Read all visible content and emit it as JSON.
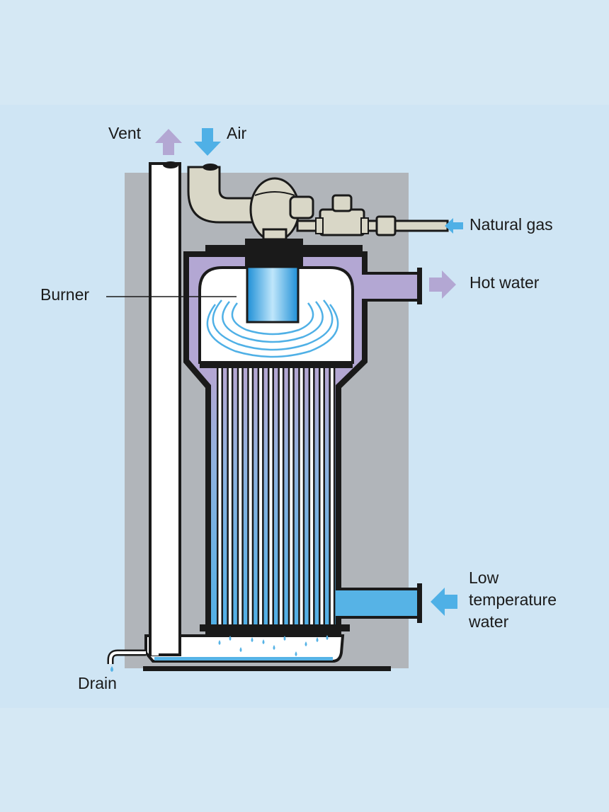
{
  "labels": {
    "vent": "Vent",
    "air": "Air",
    "natural_gas": "Natural gas",
    "hot_water": "Hot water",
    "burner": "Burner",
    "low_temp_line1": "Low",
    "low_temp_line2": "temperature",
    "low_temp_line3": "water",
    "drain": "Drain"
  },
  "colors": {
    "background": "#d5e8f4",
    "cabinet": "#b1b5ba",
    "hot_water": "#b3a7d3",
    "cold_water": "#56b3e6",
    "pipe": "#d9d7c7",
    "outline": "#1a1a1a"
  }
}
